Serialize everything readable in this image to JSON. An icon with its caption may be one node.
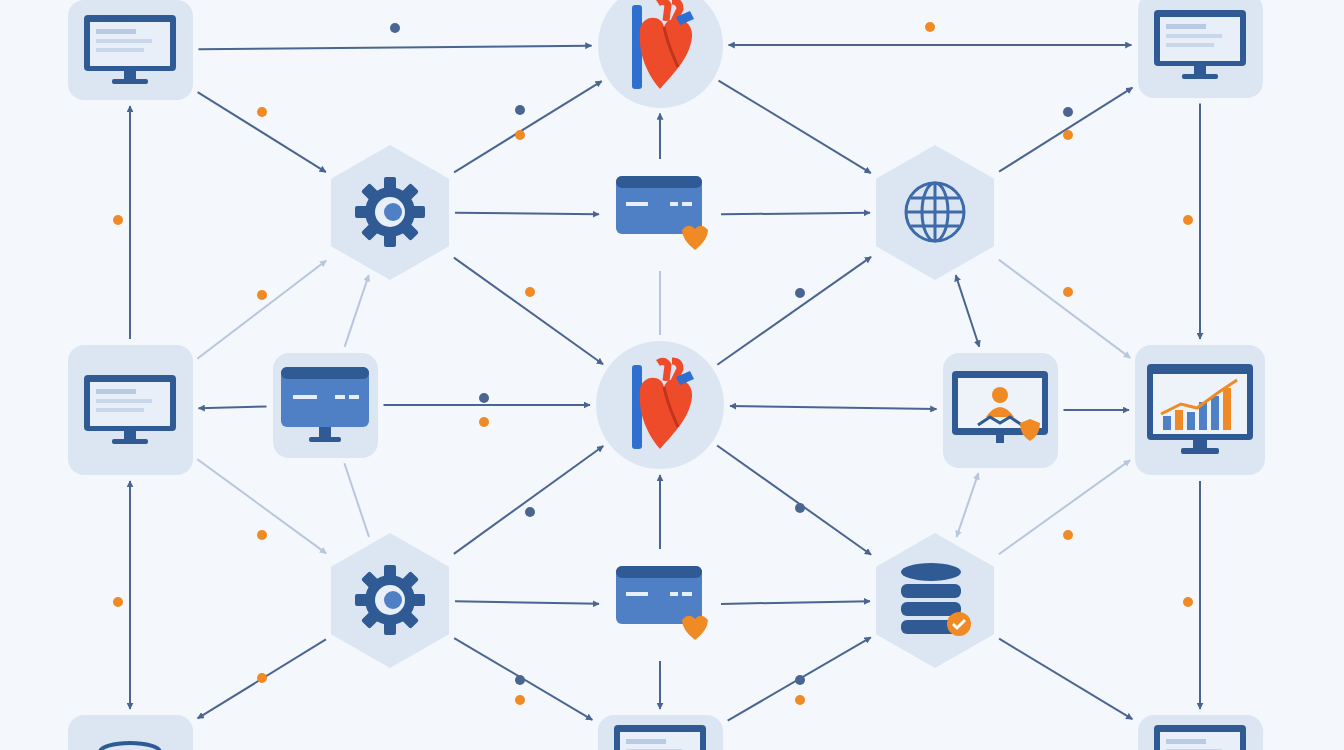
{
  "diagram": {
    "nodes": [
      {
        "text": [],
        "shape": "picture"
      },
      {
        "text": [],
        "shape": "picture"
      },
      {
        "text": [],
        "shape": "picture"
      },
      {
        "text": [],
        "shape": "picture"
      },
      {
        "text": [],
        "shape": "picture"
      },
      {
        "text": [],
        "shape": "picture"
      },
      {
        "text": [],
        "shape": "picture"
      },
      {
        "text": [],
        "shape": "picture"
      },
      {
        "text": [],
        "shape": "picture"
      },
      {
        "text": [],
        "shape": "picture"
      },
      {
        "text": [],
        "shape": "picture"
      },
      {
        "text": [],
        "shape": "picture"
      },
      {
        "text": [],
        "shape": "picture"
      },
      {
        "text": [],
        "shape": "picture"
      },
      {
        "text": [],
        "shape": "picture"
      },
      {
        "text": [],
        "shape": "picture"
      },
      {
        "text": [],
        "shape": "picture"
      }
    ],
    "edges": [
      {
        "from": 0,
        "to": 1,
        "arrow": "to"
      },
      {
        "from": 1,
        "to": 2,
        "arrow": "both"
      },
      {
        "from": 0,
        "to": 3,
        "arrow": "to"
      },
      {
        "from": 3,
        "to": 1,
        "arrow": "to"
      },
      {
        "from": 1,
        "to": 5,
        "arrow": "to"
      },
      {
        "from": 5,
        "to": 2,
        "arrow": "to"
      },
      {
        "from": 6,
        "to": 0,
        "arrow": "to"
      },
      {
        "from": 3,
        "to": 4,
        "arrow": "to"
      },
      {
        "from": 4,
        "to": 1,
        "arrow": "to"
      },
      {
        "from": 4,
        "to": 5,
        "arrow": "to"
      },
      {
        "from": 4,
        "to": 8,
        "arrow": "none",
        "color": "#b8c7de"
      },
      {
        "from": 2,
        "to": 10,
        "arrow": "to"
      },
      {
        "from": 6,
        "to": 3,
        "arrow": "to",
        "color": "#b8c7de"
      },
      {
        "from": 7,
        "to": 3,
        "arrow": "to",
        "color": "#b8c7de"
      },
      {
        "from": 3,
        "to": 8,
        "arrow": "to"
      },
      {
        "from": 8,
        "to": 5,
        "arrow": "to"
      },
      {
        "from": 5,
        "to": 10,
        "arrow": "to",
        "color": "#b8c7de"
      },
      {
        "from": 9,
        "to": 5,
        "arrow": "both"
      },
      {
        "from": 7,
        "to": 6,
        "arrow": "to"
      },
      {
        "from": 7,
        "to": 8,
        "arrow": "to"
      },
      {
        "from": 8,
        "to": 9,
        "arrow": "both"
      },
      {
        "from": 9,
        "to": 10,
        "arrow": "to"
      },
      {
        "from": 6,
        "to": 14,
        "arrow": "both"
      },
      {
        "from": 6,
        "to": 11,
        "arrow": "to",
        "color": "#b8c7de"
      },
      {
        "from": 7,
        "to": 11,
        "arrow": "none",
        "color": "#b8c7de"
      },
      {
        "from": 11,
        "to": 8,
        "arrow": "to"
      },
      {
        "from": 12,
        "to": 8,
        "arrow": "to"
      },
      {
        "from": 8,
        "to": 13,
        "arrow": "to"
      },
      {
        "from": 11,
        "to": 12,
        "arrow": "to"
      },
      {
        "from": 12,
        "to": 13,
        "arrow": "to"
      },
      {
        "from": 9,
        "to": 13,
        "arrow": "both",
        "color": "#b8c7de"
      },
      {
        "from": 13,
        "to": 10,
        "arrow": "to",
        "color": "#b8c7de"
      },
      {
        "from": 10,
        "to": 16,
        "arrow": "to"
      },
      {
        "from": 11,
        "to": 14,
        "arrow": "to"
      },
      {
        "from": 11,
        "to": 15,
        "arrow": "to"
      },
      {
        "from": 12,
        "to": 15,
        "arrow": "to"
      },
      {
        "from": 15,
        "to": 13,
        "arrow": "to"
      },
      {
        "from": 13,
        "to": 16,
        "arrow": "to"
      }
    ]
  }
}
